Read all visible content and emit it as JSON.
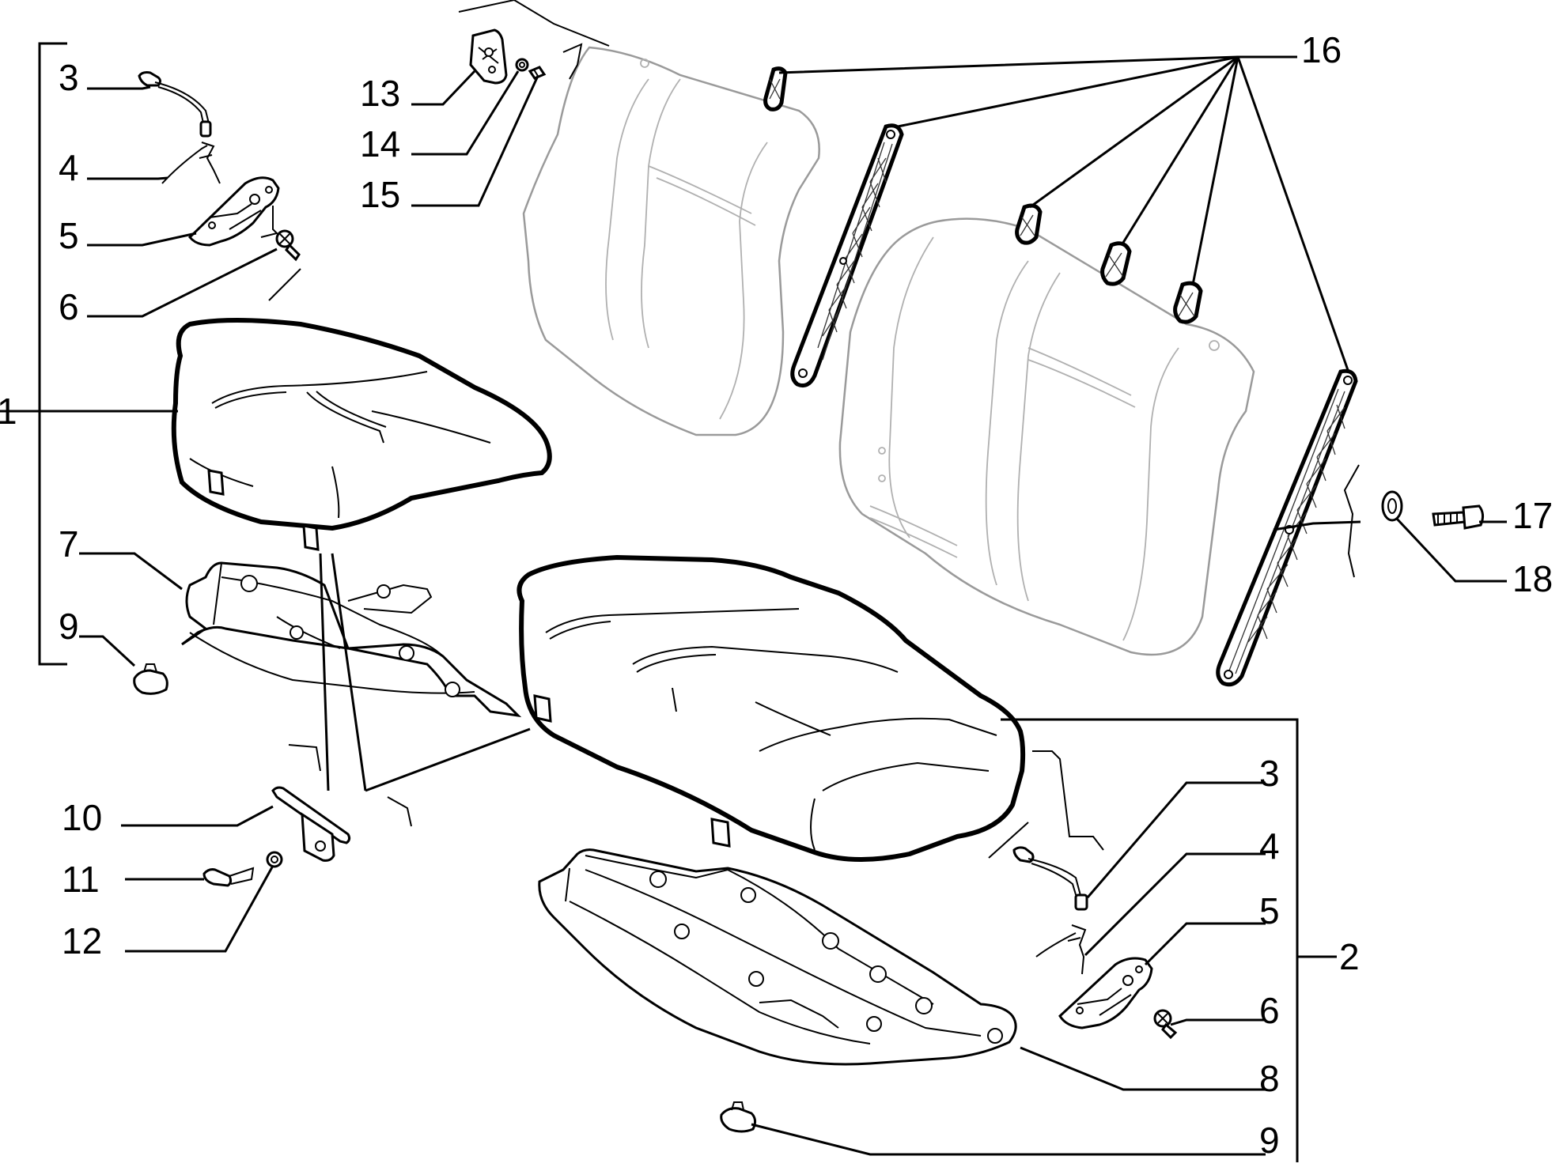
{
  "callouts": {
    "l1": "1",
    "l2": "2",
    "l3a": "3",
    "l4a": "4",
    "l5a": "5",
    "l6a": "6",
    "l7": "7",
    "l9a": "9",
    "l10": "10",
    "l11": "11",
    "l12": "12",
    "l13": "13",
    "l14": "14",
    "l15": "15",
    "l16": "16",
    "l17": "17",
    "l18": "18",
    "l3b": "3",
    "l4b": "4",
    "l5b": "5",
    "l6b": "6",
    "l8": "8",
    "l9b": "9"
  }
}
